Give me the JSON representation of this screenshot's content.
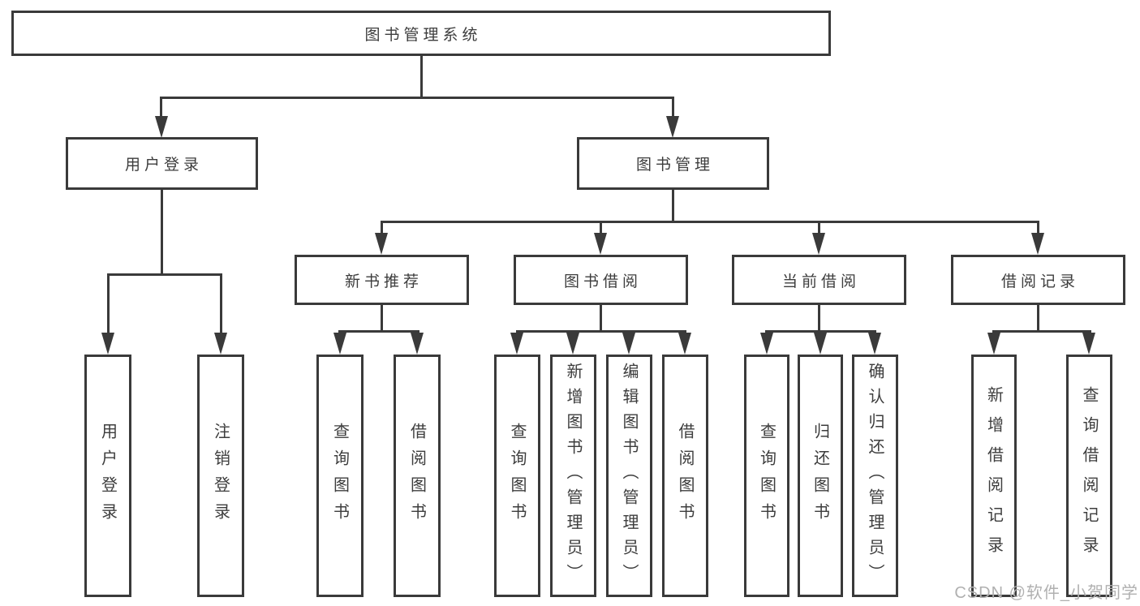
{
  "diagram": {
    "type": "hierarchy-tree",
    "title": "图书管理系统"
  },
  "colors": {
    "line": "#3a3a3a",
    "text": "#3d3d3d",
    "node_fill": "#ffffff",
    "background": "#ffffff",
    "watermark": "#b0b0b0"
  },
  "nodes": {
    "root": {
      "label": "图书管理系统"
    },
    "user_login": {
      "label": "用户登录"
    },
    "book_management": {
      "label": "图书管理"
    },
    "new_book_recommend": {
      "label": "新书推荐"
    },
    "book_borrowing": {
      "label": "图书借阅"
    },
    "current_borrowing": {
      "label": "当前借阅"
    },
    "borrowing_records": {
      "label": "借阅记录"
    },
    "leaf_user_login": {
      "label": "用户登录"
    },
    "leaf_logout": {
      "label": "注销登录"
    },
    "leaf_query_books_recommend": {
      "label": "查询图书"
    },
    "leaf_borrow_books_recommend": {
      "label": "借阅图书"
    },
    "leaf_query_books_borrowing": {
      "label": "查询图书"
    },
    "leaf_add_books_admin": {
      "label": "新增图书（管理员）"
    },
    "leaf_edit_books_admin": {
      "label": "编辑图书（管理员）"
    },
    "leaf_borrow_books_borrowing": {
      "label": "借阅图书"
    },
    "leaf_query_books_current": {
      "label": "查询图书"
    },
    "leaf_return_books": {
      "label": "归还图书"
    },
    "leaf_confirm_return_admin": {
      "label": "确认归还（管理员）"
    },
    "leaf_add_borrow_record": {
      "label": "新增借阅记录"
    },
    "leaf_query_borrow_record": {
      "label": "查询借阅记录"
    }
  },
  "edges": [
    {
      "from": "root",
      "to": "user_login"
    },
    {
      "from": "root",
      "to": "book_management"
    },
    {
      "from": "user_login",
      "to": "leaf_user_login"
    },
    {
      "from": "user_login",
      "to": "leaf_logout"
    },
    {
      "from": "book_management",
      "to": "new_book_recommend"
    },
    {
      "from": "book_management",
      "to": "book_borrowing"
    },
    {
      "from": "book_management",
      "to": "current_borrowing"
    },
    {
      "from": "book_management",
      "to": "borrowing_records"
    },
    {
      "from": "new_book_recommend",
      "to": "leaf_query_books_recommend"
    },
    {
      "from": "new_book_recommend",
      "to": "leaf_borrow_books_recommend"
    },
    {
      "from": "book_borrowing",
      "to": "leaf_query_books_borrowing"
    },
    {
      "from": "book_borrowing",
      "to": "leaf_add_books_admin"
    },
    {
      "from": "book_borrowing",
      "to": "leaf_edit_books_admin"
    },
    {
      "from": "book_borrowing",
      "to": "leaf_borrow_books_borrowing"
    },
    {
      "from": "current_borrowing",
      "to": "leaf_query_books_current"
    },
    {
      "from": "current_borrowing",
      "to": "leaf_return_books"
    },
    {
      "from": "current_borrowing",
      "to": "leaf_confirm_return_admin"
    },
    {
      "from": "borrowing_records",
      "to": "leaf_add_borrow_record"
    },
    {
      "from": "borrowing_records",
      "to": "leaf_query_borrow_record"
    }
  ],
  "watermark": {
    "text": "CSDN @软件_小贺同学"
  }
}
